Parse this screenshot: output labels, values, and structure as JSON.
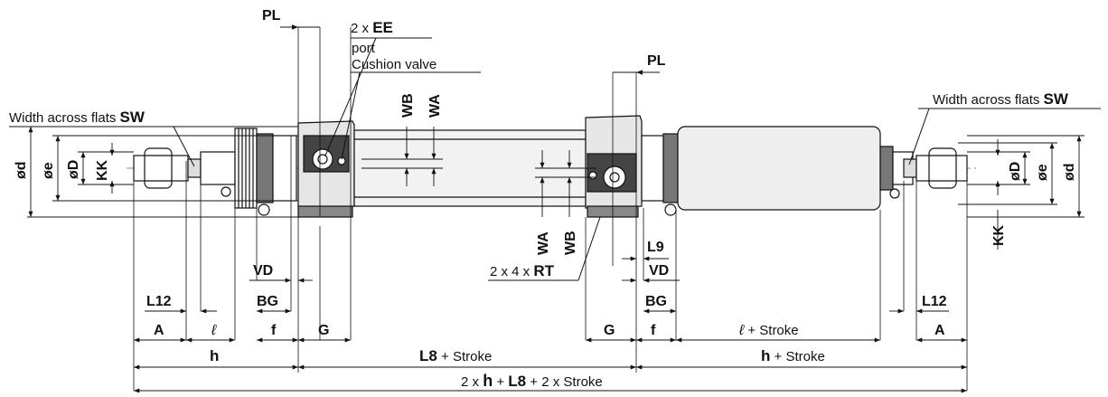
{
  "labels": {
    "pl": "PL",
    "ee_prefix": "2 x ",
    "ee": "EE",
    "port": "port",
    "cushion_valve": "Cushion valve",
    "width_across_flats": "Width across flats ",
    "sw": "SW",
    "wb": "WB",
    "wa": "WA",
    "phi_d": "ød",
    "phi_e": "øe",
    "phi_D": "øD",
    "kk": "KK",
    "vd": "VD",
    "bg": "BG",
    "l9": "L9",
    "rt_prefix": "2 x 4 x ",
    "rt": "RT",
    "l12": "L12",
    "a": "A",
    "ell": "ℓ",
    "f": "f",
    "g": "G",
    "h": "h",
    "ell_stroke": " + Stroke",
    "l8": "L8",
    "plus_stroke": " + Stroke",
    "total_prefix": "2 x ",
    "total_mid": " + ",
    "total_suffix": " + 2 x Stroke"
  }
}
